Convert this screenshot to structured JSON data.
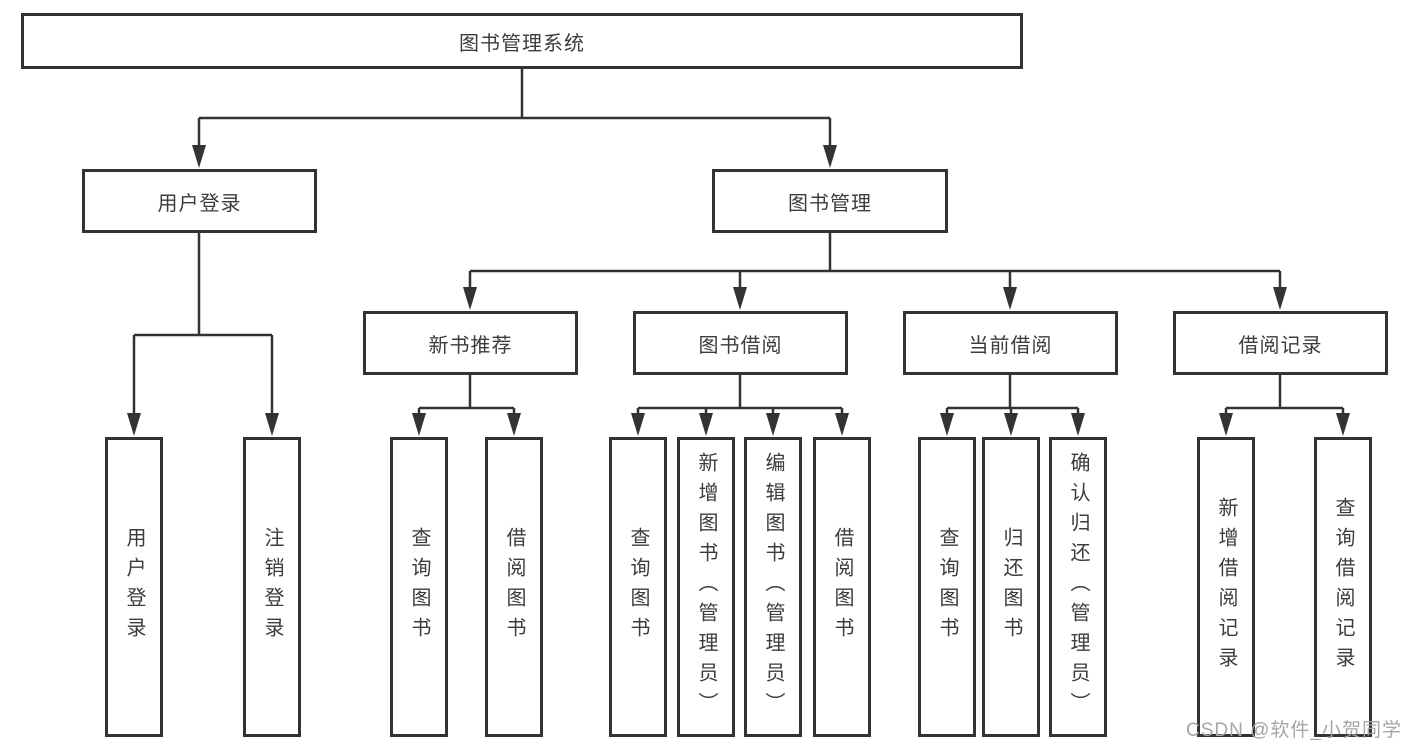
{
  "diagram": {
    "type": "hierarchy-tree",
    "background": "#ffffff",
    "line_color": "#333333",
    "box_border_color": "#333333",
    "box_fill_color": "#ffffff",
    "text_color": "#3c3c3c",
    "nodes": {
      "root": {
        "label": "图书管理系统"
      },
      "user_login": {
        "label": "用户登录"
      },
      "book_mgmt": {
        "label": "图书管理"
      },
      "new_book_rec": {
        "label": "新书推荐"
      },
      "book_borrow": {
        "label": "图书借阅"
      },
      "current_borrow": {
        "label": "当前借阅"
      },
      "borrow_records": {
        "label": "借阅记录"
      },
      "leaf_user_login": {
        "label": "用户登录"
      },
      "leaf_logout": {
        "label": "注销登录"
      },
      "leaf_nb_query": {
        "label": "查询图书"
      },
      "leaf_nb_borrow": {
        "label": "借阅图书"
      },
      "leaf_bb_query": {
        "label": "查询图书"
      },
      "leaf_bb_add": {
        "label": "新增图书（管理员）"
      },
      "leaf_bb_edit": {
        "label": "编辑图书（管理员）"
      },
      "leaf_bb_borrow": {
        "label": "借阅图书"
      },
      "leaf_cb_query": {
        "label": "查询图书"
      },
      "leaf_cb_return": {
        "label": "归还图书"
      },
      "leaf_cb_confirm": {
        "label": "确认归还（管理员）"
      },
      "leaf_br_add": {
        "label": "新增借阅记录"
      },
      "leaf_br_query": {
        "label": "查询借阅记录"
      }
    }
  },
  "watermark": {
    "text": "CSDN @软件_小贺同学",
    "color": "#a6a6a6"
  }
}
